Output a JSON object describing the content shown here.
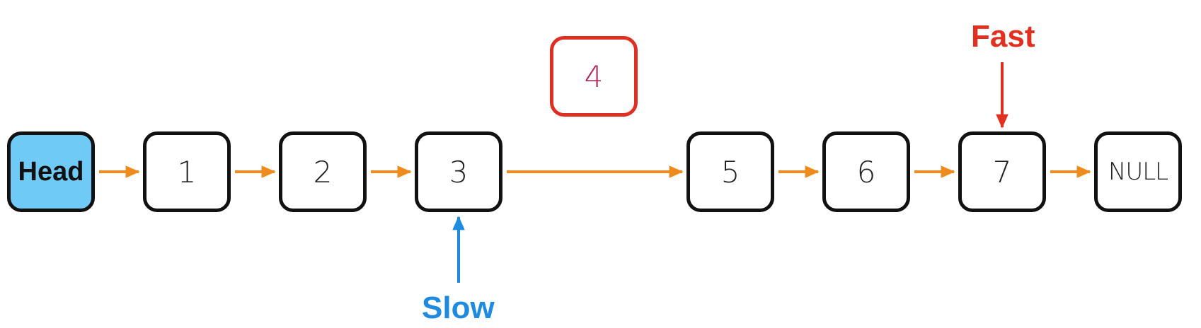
{
  "nodes": {
    "head": "Head",
    "n1": "1",
    "n2": "2",
    "n3": "3",
    "n4": "4",
    "n5": "5",
    "n6": "6",
    "n7": "7",
    "null": "NULL"
  },
  "pointers": {
    "fast": "Fast",
    "slow": "Slow"
  },
  "colors": {
    "head_fill": "#6fcaf6",
    "link_arrow": "#f08a1c",
    "fast": "#e1301f",
    "slow": "#1f8be0",
    "removed_border": "#de2f22",
    "removed_text": "#b2245c"
  }
}
